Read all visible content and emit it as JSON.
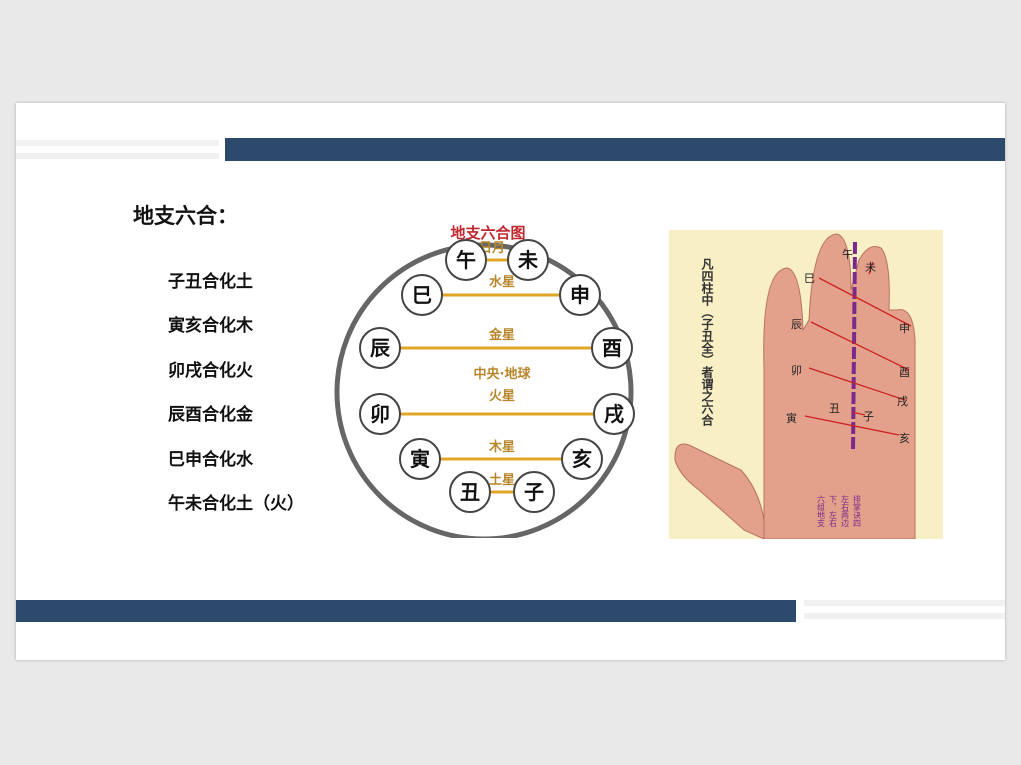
{
  "slide": {
    "title": "地支六合：",
    "items": [
      "子丑合化土",
      "寅亥合化木",
      "卯戌合化火",
      "辰酉合化金",
      "巳申合化水",
      "午未合化土（火）"
    ]
  },
  "wheel": {
    "title": "地支六合图",
    "rows": [
      {
        "planet": "日月",
        "left": "午",
        "right": "未"
      },
      {
        "planet": "水星",
        "left": "巳",
        "right": "申"
      },
      {
        "planet": "金星",
        "left": "辰",
        "right": "酉"
      },
      {
        "planet": "中央·地球",
        "left": "",
        "right": ""
      },
      {
        "planet": "火星",
        "left": "卯",
        "right": "戌"
      },
      {
        "planet": "木星",
        "left": "寅",
        "right": "亥"
      },
      {
        "planet": "土星",
        "left": "丑",
        "right": "子"
      }
    ],
    "colors": {
      "line": "#e0a526",
      "text": "#b8862a",
      "ring": "#666666",
      "title": "#c0282d"
    }
  },
  "hand": {
    "caption": "凡四柱中（子丑全）者谓之六合",
    "branches": [
      "午",
      "未",
      "巳",
      "申",
      "辰",
      "酉",
      "卯",
      "戌",
      "寅",
      "丑",
      "子",
      "亥"
    ],
    "note_col1": "六组地支",
    "note_col2": "下，左右",
    "note_col3": "左右两边",
    "note_col4": "排掌诀四",
    "colors": {
      "skin": "#e3a18c",
      "background": "#f8efc5",
      "line": "#7a2a8a",
      "arrow": "#cc2222"
    }
  }
}
